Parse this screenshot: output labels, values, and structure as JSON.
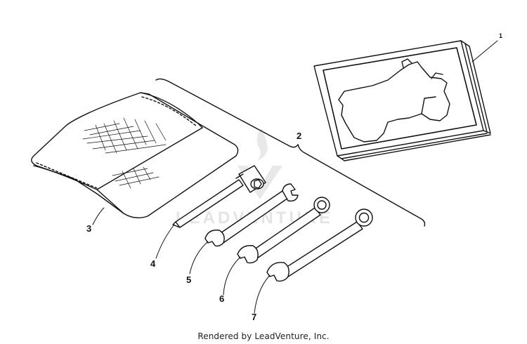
{
  "callouts": {
    "c1": "1",
    "c2": "2",
    "c3": "3",
    "c4": "4",
    "c5": "5",
    "c6": "6",
    "c7": "7"
  },
  "watermark": {
    "text": "LEADVENTURE"
  },
  "footer": {
    "credit": "Rendered by LeadVenture, Inc."
  },
  "colors": {
    "line": "#111111",
    "watermark": "#e4e4e4"
  }
}
